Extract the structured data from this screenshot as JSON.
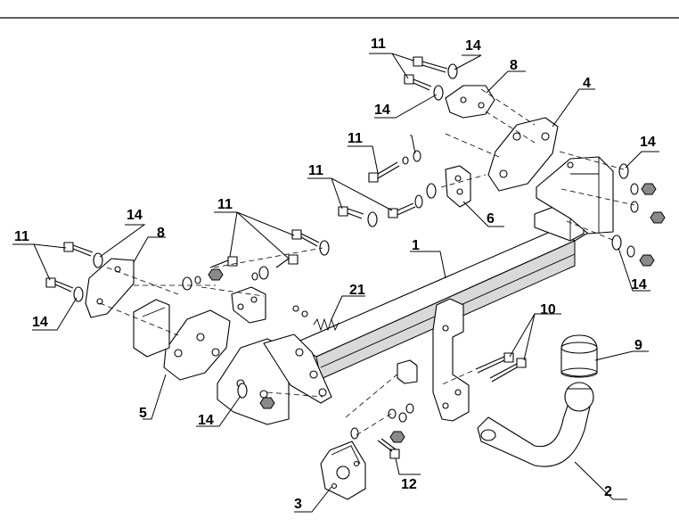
{
  "labels": {
    "l1": "1",
    "l2": "2",
    "l3": "3",
    "l4": "4",
    "l5": "5",
    "l6": "6",
    "l8a": "8",
    "l8b": "8",
    "l9": "9",
    "l10": "10",
    "l11a": "11",
    "l11b": "11",
    "l11c": "11",
    "l11d": "11",
    "l11e": "11",
    "l12": "12",
    "l14a": "14",
    "l14b": "14",
    "l14c": "14",
    "l14d": "14",
    "l14e": "14",
    "l14f": "14",
    "l14g": "14",
    "l21": "21"
  }
}
